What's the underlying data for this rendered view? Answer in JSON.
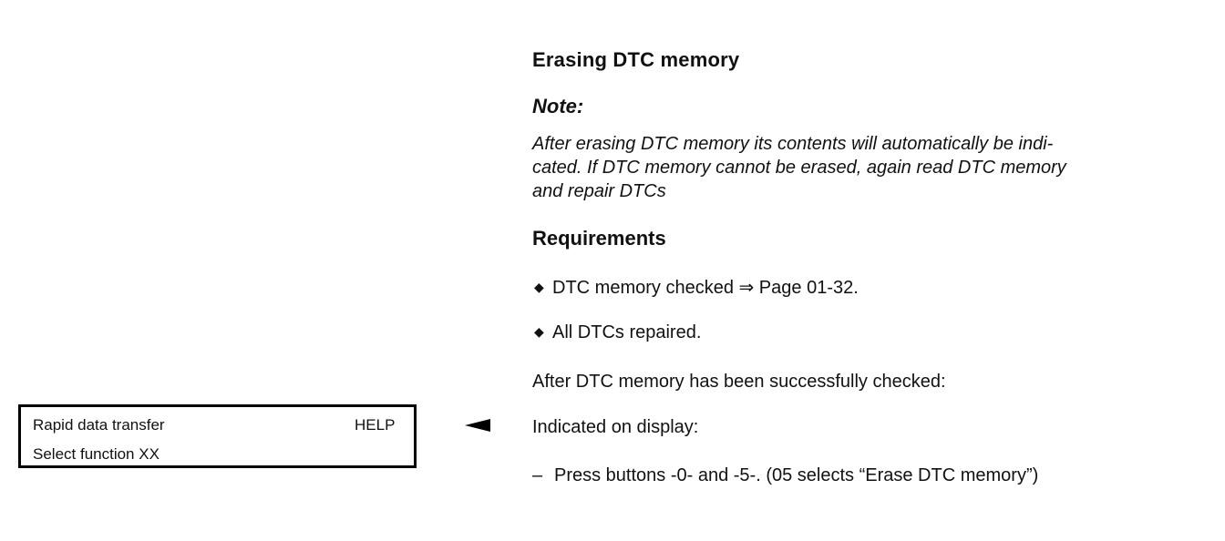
{
  "section": {
    "title": "Erasing DTC memory",
    "note_label": "Note:",
    "note_lines": [
      "After erasing DTC memory its contents will automatically be indi-",
      "cated. If DTC memory cannot be erased, again read DTC memory",
      "and repair DTCs"
    ],
    "requirements_heading": "Requirements",
    "requirements": [
      "DTC memory checked ⇒ Page 01-32.",
      "All DTCs repaired."
    ],
    "bullet_symbol": "◆",
    "after_text": "After DTC memory has been successfully checked:",
    "indicated_text": "Indicated on display:",
    "step_dash": "–",
    "step_text": "Press buttons -0- and -5-. (05 selects “Erase DTC memory”)"
  },
  "display": {
    "line1": "Rapid data transfer",
    "help": "HELP",
    "line2": "Select function XX"
  }
}
